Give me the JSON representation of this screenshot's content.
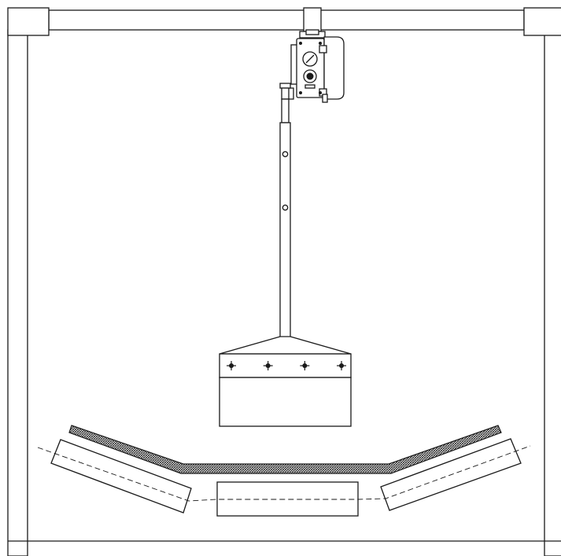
{
  "diagram": {
    "colors": {
      "line": "#1a1a1a",
      "background": "#ffffff",
      "belt": "#666666"
    },
    "parts": [
      "support-frame",
      "switch-enclosure",
      "sensing-rod",
      "deflector-plate",
      "conveyor-belt",
      "wing-idler-left",
      "center-idler",
      "wing-idler-right"
    ],
    "bolt_count": 4
  }
}
